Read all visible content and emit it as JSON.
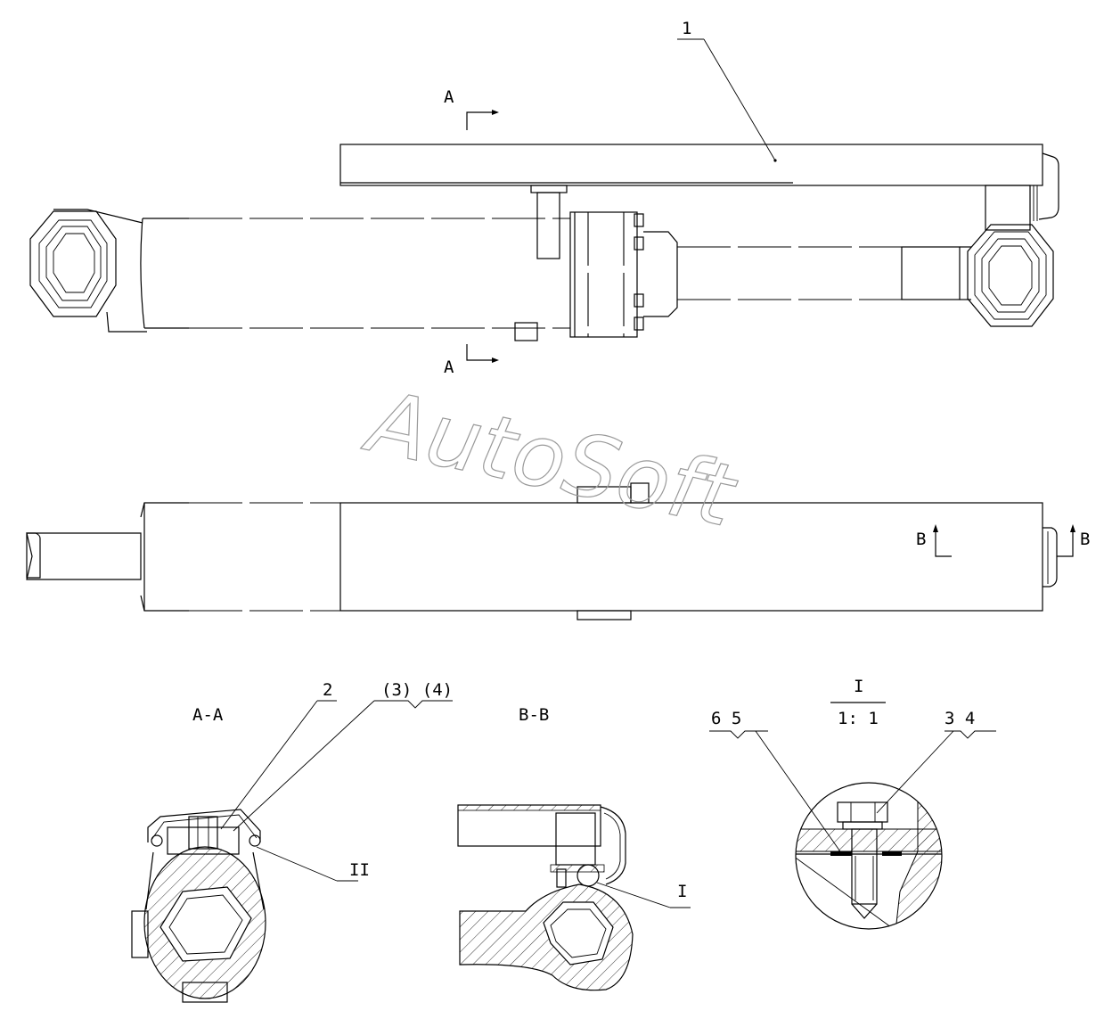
{
  "labels": {
    "part_1": "1",
    "part_2": "2",
    "parts_3_4_paren": "(3) (4)",
    "section_a": "A",
    "section_b": "B",
    "view_aa": "A-A",
    "view_bb": "B-B",
    "detail_i_title": "I",
    "detail_i_scale": "1: 1",
    "parts_6_5": "6 5",
    "parts_3_4": "3 4",
    "callout_ii": "II",
    "callout_i": "I"
  },
  "watermark": "AutoSoft"
}
